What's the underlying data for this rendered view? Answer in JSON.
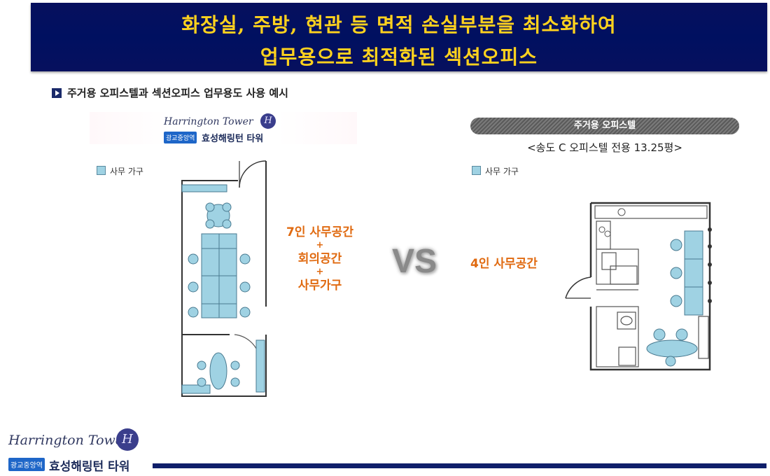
{
  "banner": {
    "line1": "화장실, 주방, 현관 등 면적 손실부분을 최소화하여",
    "line2": "업무용으로 최적화된 섹션오피스"
  },
  "subtitle": "주거용 오피스텔과 섹션오피스 업무용도 사용 예시",
  "logo": {
    "script": "Harrington Tower",
    "emblem": "H",
    "badge": "광교중앙역",
    "name": "효성해링턴 타워"
  },
  "left_plan": {
    "legend": "사무 가구",
    "description": [
      "7인 사무공간",
      "+",
      "회의공간",
      "+",
      "사무가구"
    ]
  },
  "vs_label": "VS",
  "right_plan": {
    "title": "주거용 오피스텔",
    "subtitle": "<송도 C 오피스텔 전용 13.25평>",
    "legend": "사무 가구",
    "description": "4인 사무공간"
  },
  "colors": {
    "banner": "#07105e",
    "banner_text": "#ffd21e",
    "accent_orange": "#e06a10",
    "furniture": "#9fd2e3",
    "footer_bar": "#0f1f6a"
  }
}
